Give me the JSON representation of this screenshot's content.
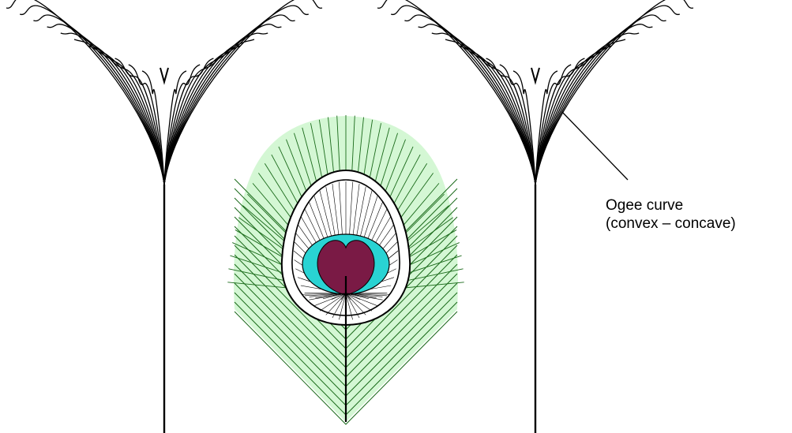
{
  "annotation": {
    "line1": "Ogee curve",
    "line2": "(convex – concave)"
  },
  "colors": {
    "background": "#ffffff",
    "stroke": "#000000",
    "vane_fill": "#d4f7d4",
    "vane_line": "#1a6a1a",
    "eye_outer_fill": "#ffffff",
    "eye_teal": "#29d3d3",
    "eye_pupil": "#7a1a45"
  },
  "diagrams": [
    {
      "name": "ogee-fan-left"
    },
    {
      "name": "peacock-eye-feather"
    },
    {
      "name": "ogee-fan-right"
    }
  ]
}
